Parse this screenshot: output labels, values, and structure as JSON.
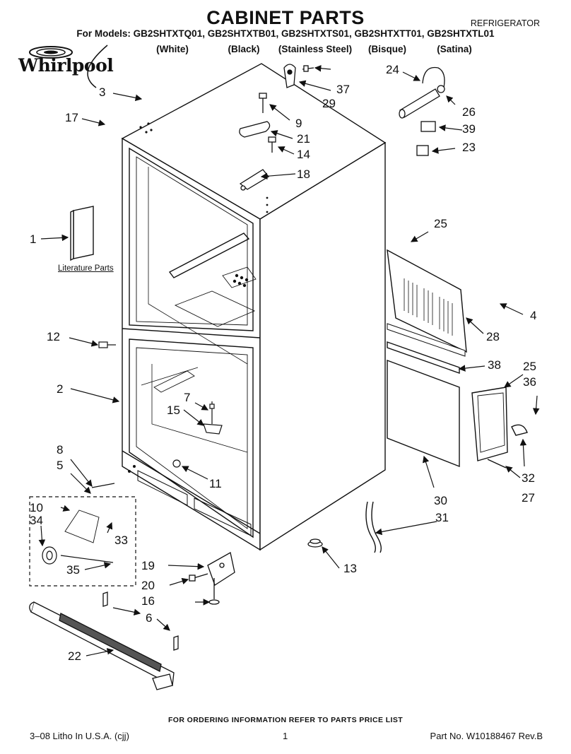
{
  "header": {
    "title": "CABINET PARTS",
    "category": "REFRIGERATOR",
    "models": "For Models: GB2SHTXTQ01, GB2SHTXTB01, GB2SHTXTS01, GB2SHTXTT01, GB2SHTXTL01",
    "finishes": [
      "(White)",
      "(Black)",
      "(Stainless Steel)",
      "(Bisque)",
      "(Satina)"
    ]
  },
  "brand": {
    "logo_text": "Whirlpool"
  },
  "literature_label": "Literature Parts",
  "callouts": [
    "1",
    "2",
    "3",
    "4",
    "5",
    "6",
    "7",
    "8",
    "9",
    "10",
    "11",
    "12",
    "13",
    "14",
    "15",
    "16",
    "17",
    "18",
    "19",
    "20",
    "21",
    "22",
    "23",
    "24",
    "25",
    "25",
    "26",
    "27",
    "28",
    "29",
    "30",
    "31",
    "32",
    "33",
    "34",
    "35",
    "36",
    "37",
    "38",
    "39"
  ],
  "footer": {
    "ordering_note": "FOR ORDERING INFORMATION REFER TO PARTS PRICE LIST",
    "litho": "3–08 Litho In U.S.A. (cjj)",
    "page": "1",
    "part_no": "Part No. W10188467 Rev.B"
  },
  "colors": {
    "ink": "#111111",
    "grill": "#555555"
  }
}
